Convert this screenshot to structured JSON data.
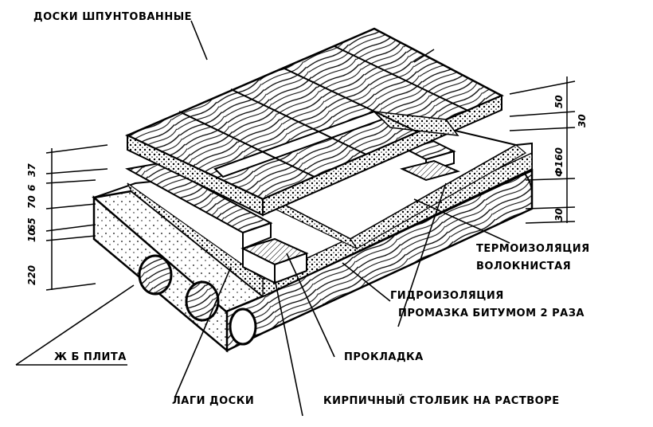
{
  "labels": {
    "boards": "ДОСКИ ШПУНТОВАННЫЕ",
    "thermo_1": "ТЕРМОИЗОЛЯЦИЯ",
    "thermo_2": "ВОЛОКНИСТАЯ",
    "hydro_1": "ГИДРОИЗОЛЯЦИЯ",
    "hydro_2": "ПРОМАЗКА БИТУМОМ 2 РАЗА",
    "slab": "Ж Б ПЛИТА",
    "gasket": "ПРОКЛАДКА",
    "joists": "ЛАГИ ДОСКИ",
    "brick_post": "КИРПИЧНЫЙ СТОЛБИК НА РАСТВОРЕ"
  },
  "dimensions": {
    "left": [
      "37",
      "6",
      "70",
      "65",
      "10",
      "220"
    ],
    "right": [
      "50",
      "30",
      "Ф160",
      "30"
    ]
  }
}
